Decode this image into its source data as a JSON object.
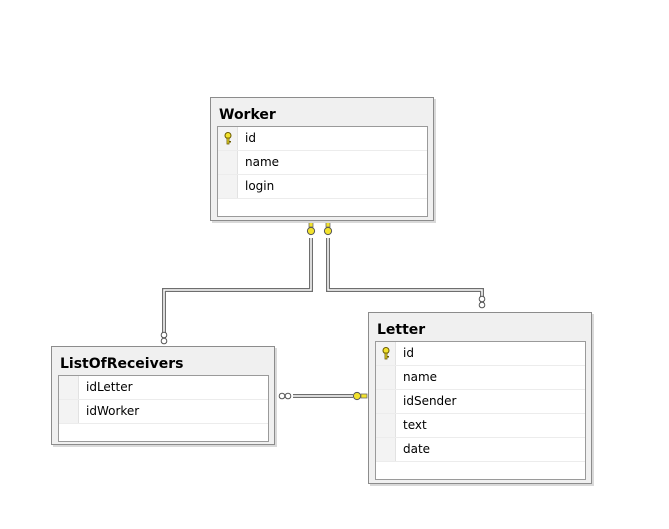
{
  "diagram": {
    "colors": {
      "line": "#6e6e6e",
      "key": "#f2e22c"
    },
    "tables": {
      "worker": {
        "title": "Worker",
        "columns": [
          {
            "name": "id",
            "key": true
          },
          {
            "name": "name",
            "key": false
          },
          {
            "name": "login",
            "key": false
          }
        ]
      },
      "list": {
        "title": "ListOfReceivers",
        "columns": [
          {
            "name": "idLetter",
            "key": false
          },
          {
            "name": "idWorker",
            "key": false
          }
        ]
      },
      "letter": {
        "title": "Letter",
        "columns": [
          {
            "name": "id",
            "key": true
          },
          {
            "name": "name",
            "key": false
          },
          {
            "name": "idSender",
            "key": false
          },
          {
            "name": "text",
            "key": false
          },
          {
            "name": "date",
            "key": false
          }
        ]
      }
    }
  }
}
